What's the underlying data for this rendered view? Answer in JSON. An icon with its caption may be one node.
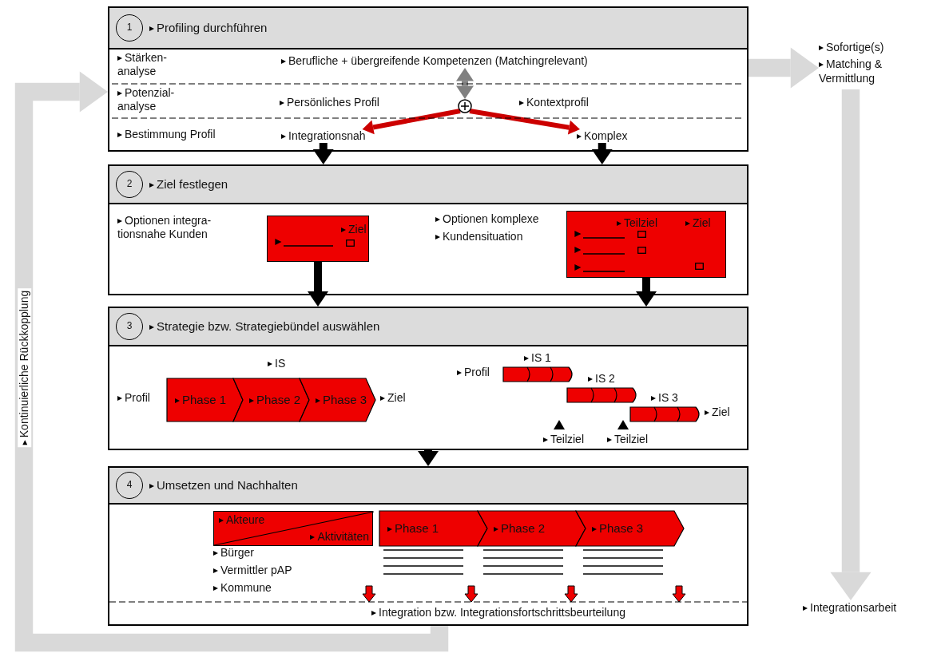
{
  "diagram": {
    "nodes": [
      {
        "text": [],
        "shape": "box"
      },
      {
        "text": [
          "Profiling durchführen"
        ],
        "in": 0
      },
      {
        "text": [
          "1"
        ],
        "in": 0
      },
      {
        "text": [
          "Stärken- analyse"
        ],
        "in": 0
      },
      {
        "text": [
          "Berufliche + übergreifende Kompetenzen (Matchingrelevant)"
        ],
        "in": 0
      },
      {
        "text": [
          "Potenzial- analyse"
        ],
        "in": 0
      },
      {
        "text": [
          "Persönliches Profil"
        ],
        "in": 0
      },
      {
        "text": [],
        "shape": "circle",
        "in": 0
      },
      {
        "text": [
          "Kontextprofil"
        ],
        "in": 0
      },
      {
        "text": [
          "Bestimmung Profil"
        ],
        "in": 0
      },
      {
        "text": [
          "Integrationsnah"
        ],
        "in": 0
      },
      {
        "text": [
          "Komplex"
        ],
        "in": 0
      },
      {
        "text": [],
        "shape": "box"
      },
      {
        "text": [
          "Ziel festlegen"
        ],
        "in": 12
      },
      {
        "text": [
          "2"
        ],
        "in": 12
      },
      {
        "text": [
          "Optionen integra- tionsnahe Kunden"
        ],
        "in": 12
      },
      {
        "text": [
          "Ziel"
        ],
        "in": 12
      },
      {
        "text": [
          "Optionen komplexe"
        ],
        "in": 12
      },
      {
        "text": [
          "Kundensituation"
        ],
        "in": 12
      },
      {
        "text": [
          "Teilziel",
          "Ziel"
        ],
        "in": 12
      },
      {
        "text": [],
        "shape": "box"
      },
      {
        "text": [
          "Strategie bzw. Strategiebündel auswählen"
        ],
        "in": 20
      },
      {
        "text": [
          "3"
        ],
        "in": 20
      },
      {
        "text": [
          "IS"
        ],
        "in": 20
      },
      {
        "text": [
          "Profil"
        ],
        "in": 20
      },
      {
        "text": [
          "Phase 1"
        ],
        "in": 20
      },
      {
        "text": [
          "Phase 2"
        ],
        "in": 20
      },
      {
        "text": [
          "Phase 3"
        ],
        "in": 20
      },
      {
        "text": [
          "Ziel"
        ],
        "in": 20
      },
      {
        "text": [
          "IS 1"
        ],
        "in": 20
      },
      {
        "text": [
          "Profil"
        ],
        "in": 20
      },
      {
        "text": [
          "IS 2"
        ],
        "in": 20
      },
      {
        "text": [
          "IS 3"
        ],
        "in": 20
      },
      {
        "text": [
          "Ziel"
        ],
        "in": 20
      },
      {
        "text": [
          "Teilziel"
        ],
        "in": 20
      },
      {
        "text": [
          "Teilziel"
        ],
        "in": 20
      },
      {
        "text": [],
        "shape": "box"
      },
      {
        "text": [
          "Umsetzen und Nachhalten"
        ],
        "in": 36
      },
      {
        "text": [
          "4"
        ],
        "in": 36
      },
      {
        "text": [
          "Akteure",
          "Aktivitäten"
        ],
        "in": 36
      },
      {
        "text": [
          "Phase 1"
        ],
        "in": 36
      },
      {
        "text": [
          "Phase 2"
        ],
        "in": 36
      },
      {
        "text": [
          "Phase 3"
        ],
        "in": 36
      },
      {
        "text": [
          "Bürger"
        ],
        "in": 36
      },
      {
        "text": [
          "Vermittler pAP"
        ],
        "in": 36
      },
      {
        "text": [
          "Kommune"
        ],
        "in": 36
      },
      {
        "text": [
          "Integration bzw. Integrationsfortschrittsbeurteilung"
        ],
        "in": 36
      },
      {
        "text": [
          "Sofortige(s)",
          "Matching & Vermittlung"
        ]
      },
      {
        "text": [
          "Integrationsarbeit"
        ]
      }
    ],
    "edges": [
      {
        "from": 4,
        "to": 7,
        "arrow": "both",
        "color": "#808080"
      },
      {
        "from": 7,
        "to": 10,
        "arrow": "to",
        "color": "#cc0000"
      },
      {
        "from": 7,
        "to": 11,
        "arrow": "to",
        "color": "#cc0000"
      },
      {
        "from": 10,
        "to": 12,
        "arrow": "to"
      },
      {
        "from": 11,
        "to": 12,
        "arrow": "to"
      },
      {
        "from": 16,
        "to": 20,
        "arrow": "to"
      },
      {
        "from": 19,
        "to": 20,
        "arrow": "to"
      },
      {
        "from": 20,
        "to": 36,
        "arrow": "to"
      },
      {
        "from": 0,
        "to": 47,
        "arrow": "to",
        "style": "thick",
        "color": "#d9d9d9"
      },
      {
        "from": 47,
        "to": 48,
        "arrow": "to",
        "style": "thick",
        "color": "#d9d9d9"
      },
      {
        "from": 36,
        "to": 0,
        "arrow": "to",
        "style": "thick",
        "color": "#d9d9d9",
        "label": "Kontinuierliche Rückkopplung"
      }
    ]
  }
}
